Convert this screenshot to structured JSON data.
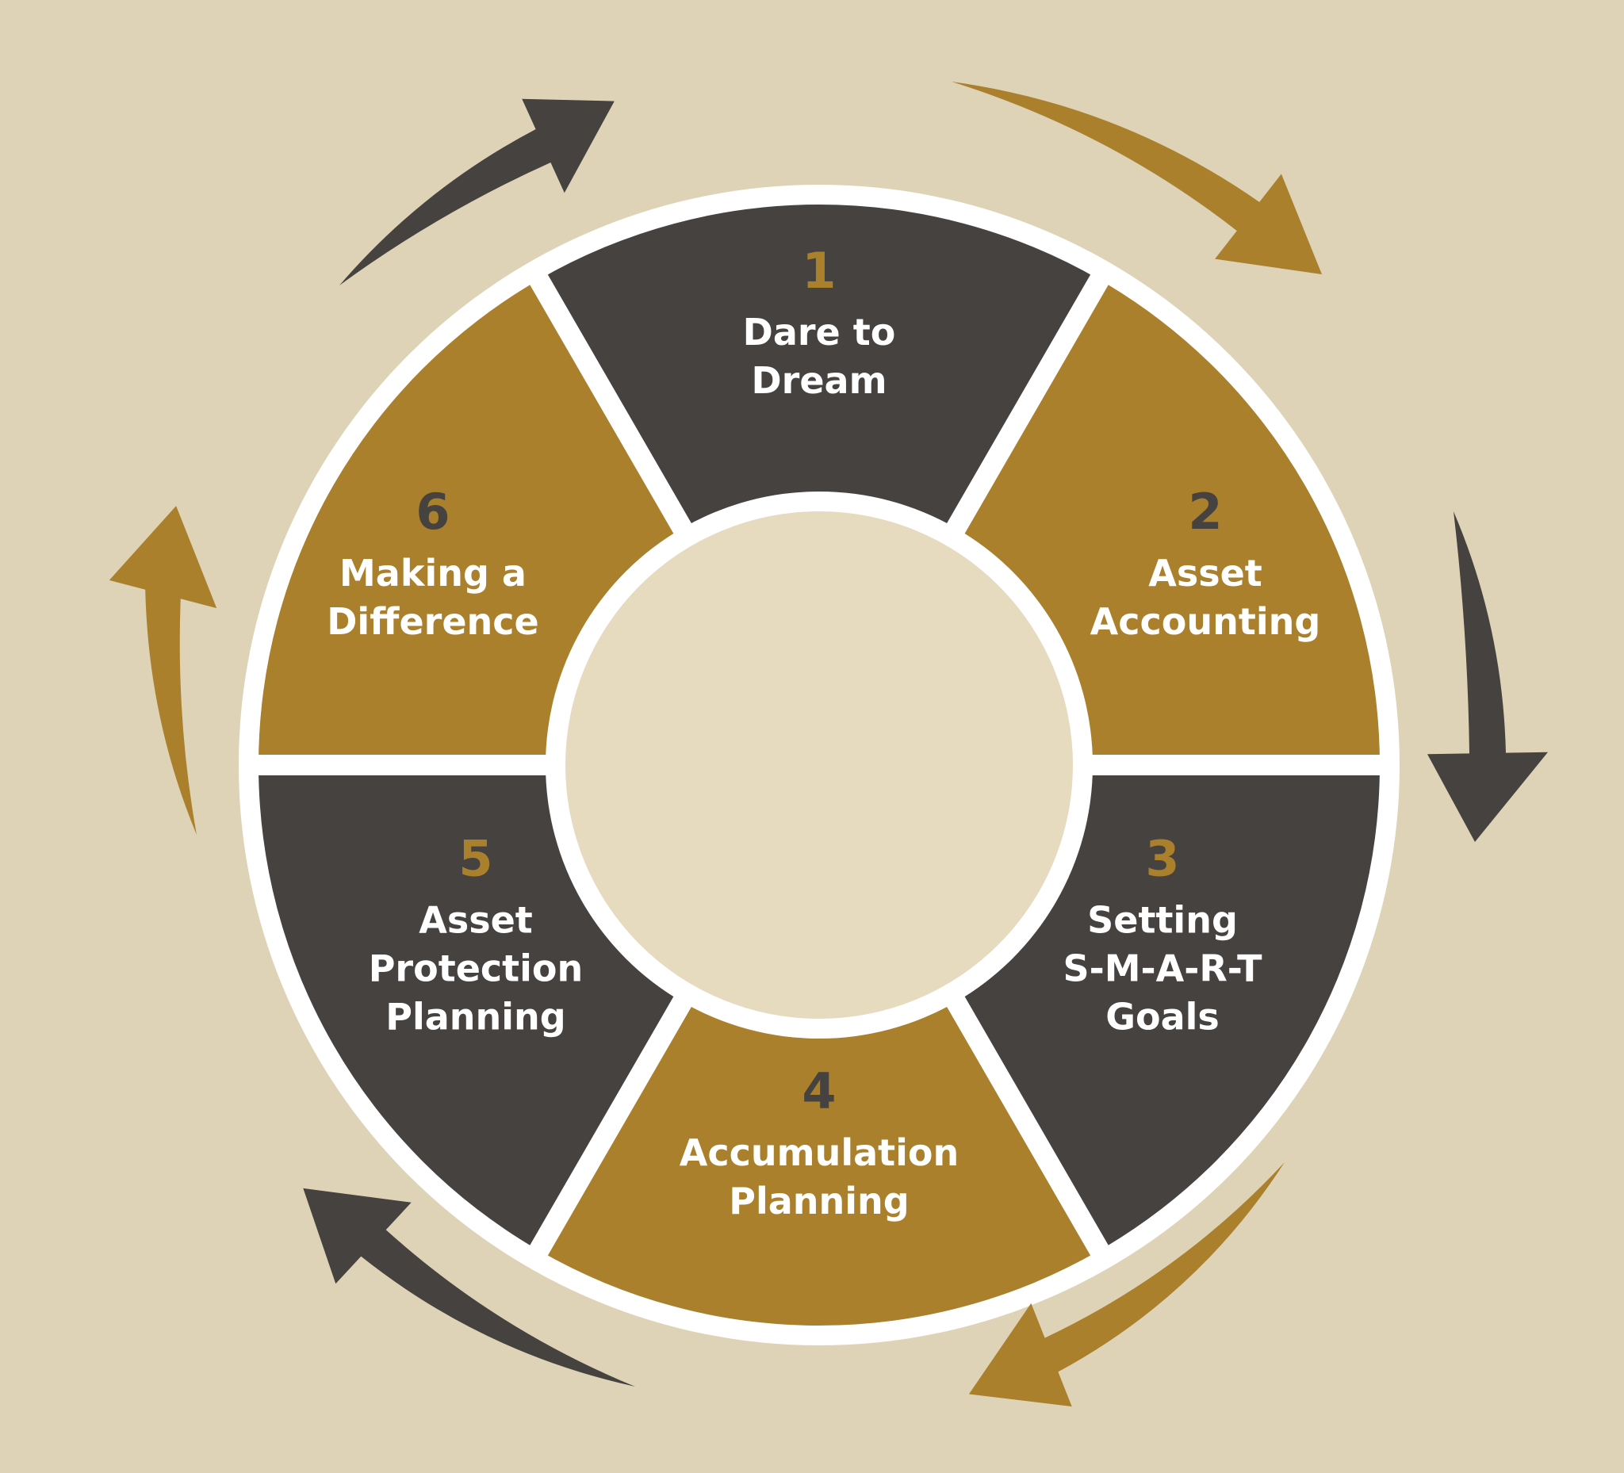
{
  "diagram": {
    "type": "cycle",
    "description": "Six-step financial planning cycle wheel with clockwise arrows",
    "colors": {
      "background": "#dfd3b7",
      "inner_circle": "#e6dabf",
      "segment_dark": "#454240",
      "segment_gold": "#aa802d",
      "ring_border": "#ffffff",
      "label_text": "#ffffff",
      "number_on_dark": "#aa802d",
      "number_on_gold": "#454240"
    },
    "steps": [
      {
        "number": "1",
        "label": "Dare to\nDream",
        "theme": "dark"
      },
      {
        "number": "2",
        "label": "Asset\nAccounting",
        "theme": "gold"
      },
      {
        "number": "3",
        "label": "Setting\nS-M-A-R-T\nGoals",
        "theme": "dark"
      },
      {
        "number": "4",
        "label": "Accumulation\nPlanning",
        "theme": "gold"
      },
      {
        "number": "5",
        "label": "Asset\nProtection\nPlanning",
        "theme": "dark"
      },
      {
        "number": "6",
        "label": "Making a\nDifference",
        "theme": "gold"
      }
    ],
    "arrows": [
      {
        "position": "top-left",
        "color": "dark",
        "direction": "clockwise"
      },
      {
        "position": "top-right",
        "color": "gold",
        "direction": "clockwise"
      },
      {
        "position": "right",
        "color": "dark",
        "direction": "clockwise"
      },
      {
        "position": "bottom-right",
        "color": "gold",
        "direction": "clockwise"
      },
      {
        "position": "bottom-left",
        "color": "dark",
        "direction": "clockwise"
      },
      {
        "position": "left",
        "color": "gold",
        "direction": "clockwise"
      }
    ]
  }
}
